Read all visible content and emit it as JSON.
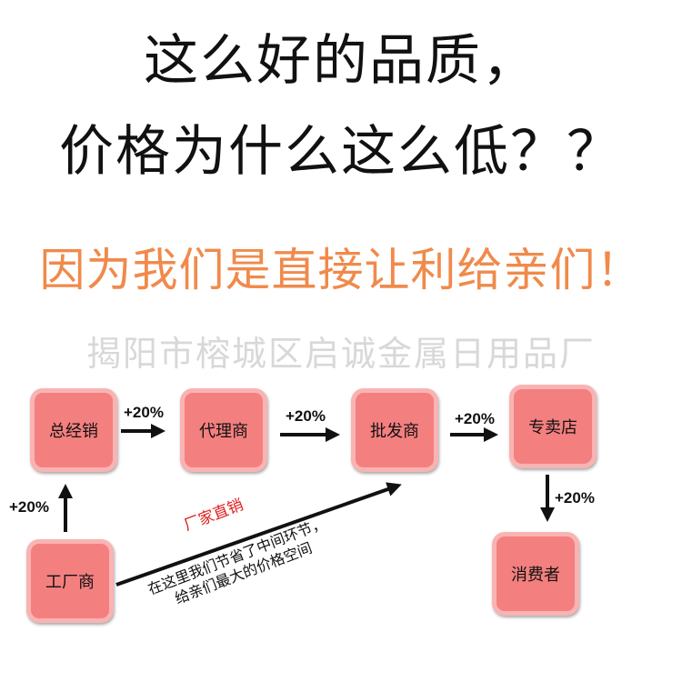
{
  "headline": {
    "line1": "这么好的品质，",
    "line2": "价格为什么这么低？？"
  },
  "slogan": "因为我们是直接让利给亲们！",
  "watermark": "揭阳市榕城区启诚金属日用品厂",
  "nodes": {
    "gm": "总经销",
    "agent": "代理商",
    "wholesaler": "批发商",
    "store": "专卖店",
    "factory": "工厂商",
    "consumer": "消费者"
  },
  "markups": {
    "factory_to_gm": "+20%",
    "gm_to_agent": "+20%",
    "agent_to_wholesaler": "+20%",
    "wholesaler_to_store": "+20%",
    "store_to_consumer": "+20%"
  },
  "direct": {
    "label": "厂家直销",
    "note_line1": "在这里我们节省了中间环节，",
    "note_line2": "给亲们最大的价格空间"
  },
  "colors": {
    "node_fill": "#f47f7f",
    "node_border": "#f9b3b3",
    "slogan": "#f08a4b",
    "direct_label": "#e02020",
    "watermark": "#d8d8d8"
  }
}
